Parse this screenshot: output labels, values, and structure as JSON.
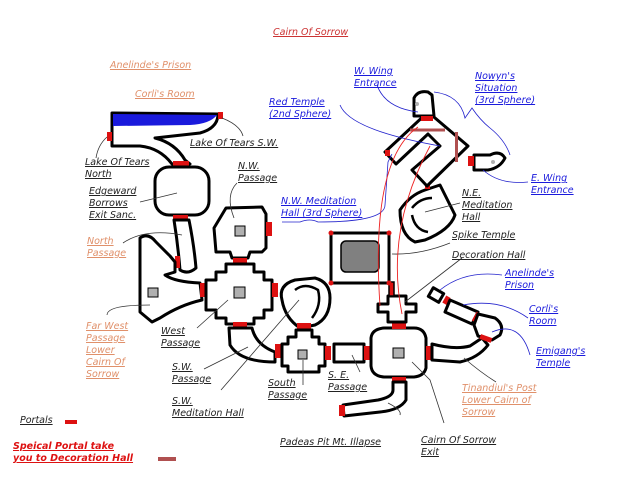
{
  "map": {
    "title": "Cairn Of Sorrow",
    "colors": {
      "portal": "#dd1111",
      "special_portal": "#b05050",
      "lake_water": "#1a1adc",
      "spike_floor": "#808080",
      "pillar": "#b0b0b0"
    }
  },
  "labels_orange_top": [
    {
      "lines": [
        "Anelinde's Prison"
      ]
    },
    {
      "lines": [
        "Corli's Room"
      ]
    }
  ],
  "labels_dark": [
    {
      "name": "lake-of-tears-sw",
      "lines": [
        "Lake Of Tears S.W."
      ]
    },
    {
      "name": "lake-of-tears-north",
      "lines": [
        "Lake Of Tears",
        "North"
      ]
    },
    {
      "name": "edgeward-borrows",
      "lines": [
        "Edgeward",
        "Borrows",
        "Exit Sanc."
      ]
    },
    {
      "name": "nw-passage",
      "lines": [
        "N.W.",
        "Passage"
      ]
    },
    {
      "name": "ne-meditation-hall",
      "lines": [
        "N.E.",
        "Meditation",
        "Hall"
      ]
    },
    {
      "name": "spike-temple",
      "lines": [
        "Spike Temple"
      ]
    },
    {
      "name": "decoration-hall",
      "lines": [
        "Decoration Hall"
      ]
    },
    {
      "name": "west-passage",
      "lines": [
        "West",
        "Passage"
      ]
    },
    {
      "name": "sw-passage",
      "lines": [
        "S.W.",
        "Passage"
      ]
    },
    {
      "name": "sw-meditation-hall",
      "lines": [
        "S.W.",
        "Meditation Hall"
      ]
    },
    {
      "name": "south-passage",
      "lines": [
        "South",
        "Passage"
      ]
    },
    {
      "name": "se-passage",
      "lines": [
        "S. E.",
        "Passage"
      ]
    },
    {
      "name": "padeas-pit",
      "lines": [
        "Padeas Pit Mt. Illapse"
      ]
    },
    {
      "name": "cairn-of-sorrow-exit",
      "lines": [
        "Cairn Of Sorrow",
        "Exit"
      ]
    }
  ],
  "labels_blue": [
    {
      "name": "red-temple",
      "lines": [
        "Red Temple",
        "(2nd Sphere)"
      ]
    },
    {
      "name": "w-wing-entrance",
      "lines": [
        "W. Wing",
        "Entrance"
      ]
    },
    {
      "name": "nowyns-situation",
      "lines": [
        "Nowyn's",
        "Situation",
        "(3rd Sphere)"
      ]
    },
    {
      "name": "e-wing-entrance",
      "lines": [
        "E. Wing",
        "Entrance"
      ]
    },
    {
      "name": "nw-meditation-hall",
      "lines": [
        "N.W. Meditation",
        "Hall (3rd Sphere)"
      ]
    },
    {
      "name": "anelindes-prison",
      "lines": [
        "Anelinde's",
        "Prison"
      ]
    },
    {
      "name": "corlis-room",
      "lines": [
        "Corli's",
        "Room"
      ]
    },
    {
      "name": "emigangs-temple",
      "lines": [
        "Emigang's",
        "Temple"
      ]
    }
  ],
  "labels_orange": [
    {
      "name": "north-passage",
      "lines": [
        "North",
        "Passage"
      ]
    },
    {
      "name": "far-west-passage",
      "lines": [
        "Far West",
        "Passage",
        "Lower",
        "Cairn Of",
        "Sorrow"
      ]
    },
    {
      "name": "tinandiuls-post",
      "lines": [
        "Tinandiul's Post",
        "Lower Cairn of",
        "Sorrow"
      ]
    }
  ],
  "legend": {
    "portals": "Portals",
    "special_portal_line1": "Speical Portal take",
    "special_portal_line2": "you to Decoration Hall"
  }
}
